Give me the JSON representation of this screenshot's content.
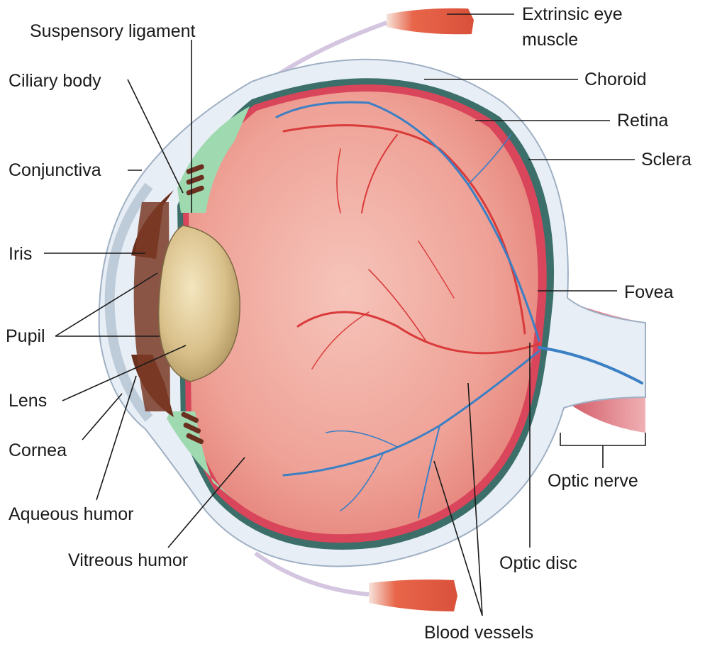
{
  "labels": {
    "extrinsic_eye_muscle_l1": "Extrinsic eye",
    "extrinsic_eye_muscle_l2": "muscle",
    "suspensory_ligament": "Suspensory ligament",
    "ciliary_body": "Ciliary body",
    "choroid": "Choroid",
    "retina": "Retina",
    "sclera": "Sclera",
    "conjunctiva": "Conjunctiva",
    "iris": "Iris",
    "fovea": "Fovea",
    "pupil": "Pupil",
    "lens": "Lens",
    "cornea": "Cornea",
    "optic_nerve": "Optic nerve",
    "aqueous_humor": "Aqueous humor",
    "vitreous_humor": "Vitreous humor",
    "optic_disc": "Optic disc",
    "blood_vessels": "Blood vessels"
  },
  "colors": {
    "sclera": "#e8eef5",
    "sclera_edge": "#9fb0c4",
    "choroid": "#3d6f6a",
    "retina": "#d9455a",
    "vitreous": "#f0a9a0",
    "ciliary": "#9fd9b0",
    "iris": "#6b2f1f",
    "lens": "#d9c08a",
    "artery": "#d93a3a",
    "vein": "#3b7fc4",
    "muscle": "#e8664a",
    "optic_nerve": "#d9606b"
  }
}
